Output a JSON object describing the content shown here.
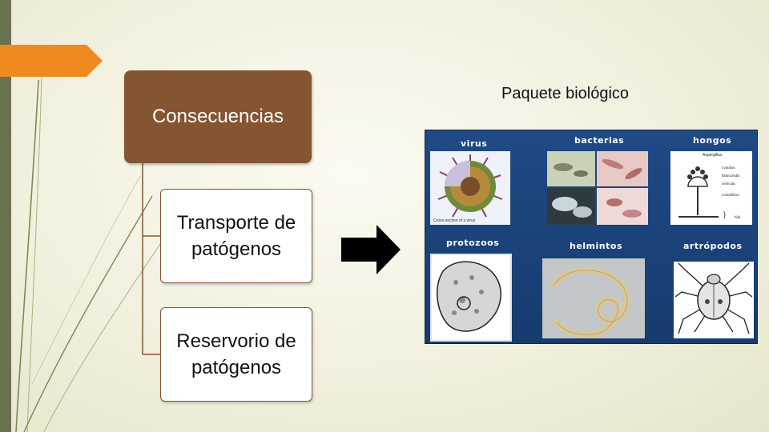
{
  "diagram": {
    "root": {
      "label": "Consecuencias"
    },
    "children": [
      {
        "label": "Transporte de patógenos"
      },
      {
        "label": "Reservorio de patógenos"
      }
    ]
  },
  "caption": "Paquete biológico",
  "collage": {
    "labels": [
      "virus",
      "bacterias",
      "hongos",
      "protozoos",
      "helmintos",
      "artrópodos"
    ],
    "fungus_annotations": [
      "Aspergillus",
      "conidios",
      "fialoconidio",
      "vesícula",
      "conidióforo",
      "hifa"
    ],
    "virus_caption": "Cross-section of a virus"
  },
  "colors": {
    "root_fill": "#855430",
    "child_border": "#855430",
    "accent": "#ef8a1f",
    "sidebar": "#6a7350",
    "collage_bg": "#1f4a86"
  }
}
